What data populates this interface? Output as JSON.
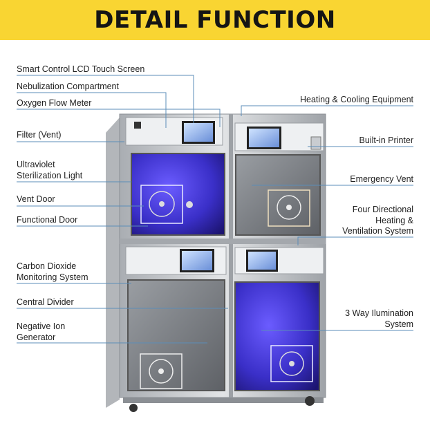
{
  "title": "DETAIL FUNCTION",
  "labels_left": [
    {
      "id": "lcd",
      "lines": [
        "Smart Control LCD Touch Screen"
      ]
    },
    {
      "id": "nebulization",
      "lines": [
        "Nebulization Compartment"
      ]
    },
    {
      "id": "oxygen",
      "lines": [
        "Oxygen Flow Meter"
      ]
    },
    {
      "id": "filter",
      "lines": [
        "Filter (Vent)"
      ]
    },
    {
      "id": "uv",
      "lines": [
        "Ultraviolet",
        "Sterilization Light"
      ]
    },
    {
      "id": "vent-door",
      "lines": [
        "Vent Door"
      ]
    },
    {
      "id": "functional-door",
      "lines": [
        "Functional Door"
      ]
    },
    {
      "id": "co2",
      "lines": [
        "Carbon Dioxide",
        "Monitoring System"
      ]
    },
    {
      "id": "divider",
      "lines": [
        "Central Divider"
      ]
    },
    {
      "id": "ion",
      "lines": [
        "Negative Ion",
        "Generator"
      ]
    }
  ],
  "labels_right": [
    {
      "id": "heating-cooling",
      "lines": [
        "Heating & Cooling Equipment"
      ]
    },
    {
      "id": "printer",
      "lines": [
        "Built-in Printer"
      ]
    },
    {
      "id": "emergency",
      "lines": [
        "Emergency Vent"
      ]
    },
    {
      "id": "four-dir",
      "lines": [
        "Four Directional",
        "Heating &",
        "Ventilation System"
      ]
    },
    {
      "id": "illumination",
      "lines": [
        "3 Way Ilumination",
        "System"
      ]
    }
  ],
  "colors": {
    "banner": "#f9d532",
    "leader": "#5b8db8",
    "steel": "#c9ccd0",
    "uv": "#3a2fc8"
  }
}
